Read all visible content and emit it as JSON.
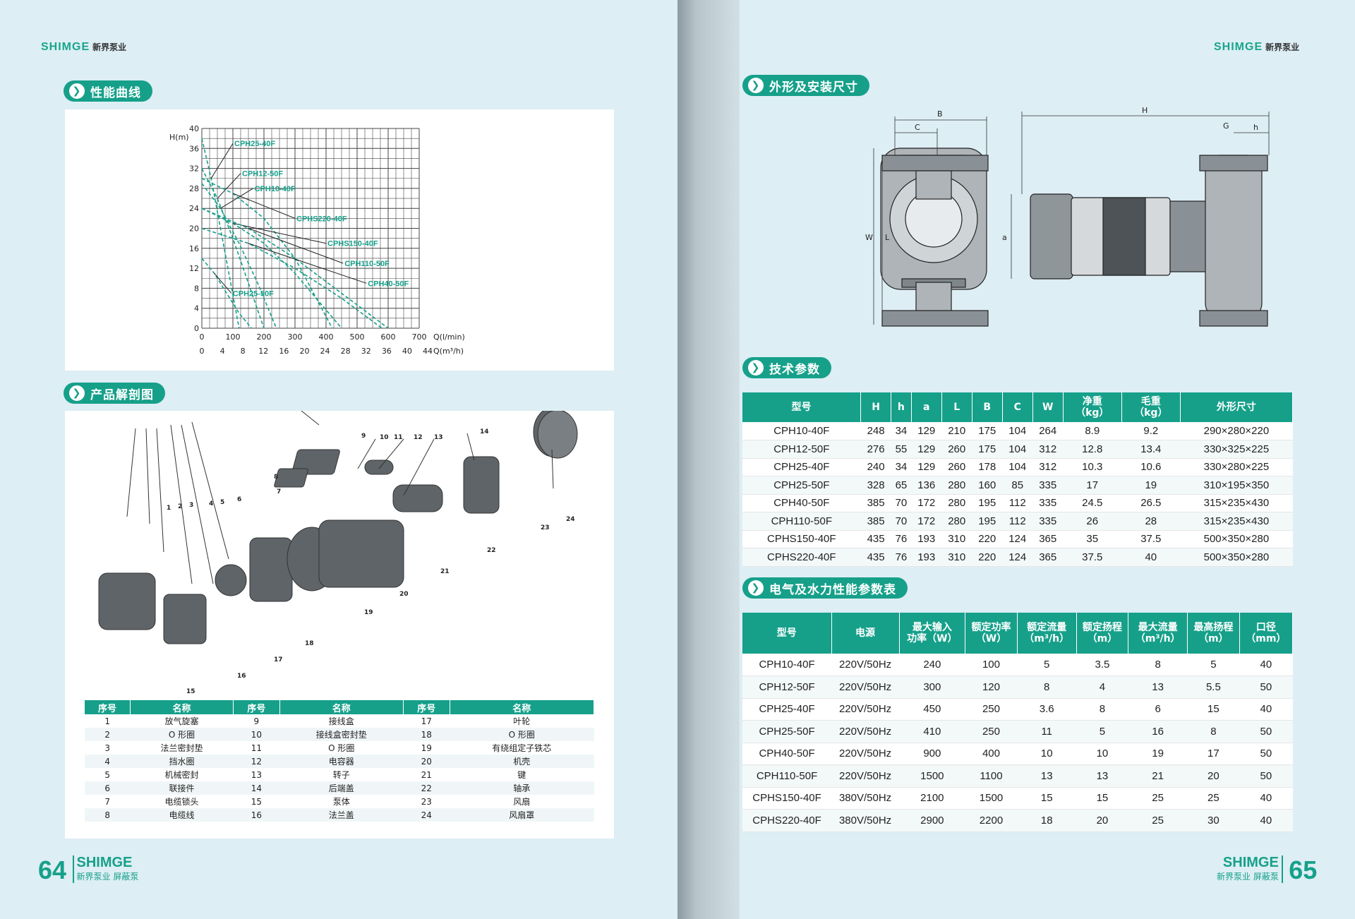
{
  "left": {
    "brand": "SHIMGE",
    "brand_cn": "新界泵业",
    "sec_curve": "性能曲线",
    "sec_exploded": "产品解剖图",
    "folio_num": "64",
    "folio_name": "SHIMGE",
    "folio_sub": "新界泵业 屏蔽泵"
  },
  "right": {
    "brand": "SHIMGE",
    "brand_cn": "新界泵业",
    "sec_dims": "外形及安装尺寸",
    "sec_tech": "技术参数",
    "sec_elec": "电气及水力性能参数表",
    "folio_num": "65",
    "folio_name": "SHIMGE",
    "folio_sub": "新界泵业 屏蔽泵"
  },
  "chart_data": {
    "type": "line",
    "ylabel": "H(m)",
    "xlabel": "Q(l/min)",
    "xlabel2": "Q(m³/h)",
    "xlim": [
      0,
      700
    ],
    "ylim": [
      0,
      40
    ],
    "x_ticks": [
      0,
      100,
      200,
      300,
      400,
      500,
      600,
      700
    ],
    "x2_ticks": [
      0,
      4,
      8,
      12,
      16,
      20,
      24,
      28,
      32,
      36,
      40,
      44
    ],
    "y_ticks": [
      0,
      4,
      8,
      12,
      16,
      20,
      24,
      28,
      32,
      36,
      40
    ],
    "grid": true,
    "series": [
      {
        "name": "CPH25-40F",
        "x": [
          0,
          30,
          60,
          90,
          120
        ],
        "y": [
          38,
          30,
          20,
          10,
          0
        ],
        "label_x": 100,
        "label_y": 37
      },
      {
        "name": "CPH12-50F",
        "x": [
          0,
          50,
          100,
          150,
          200
        ],
        "y": [
          32,
          26,
          18,
          9,
          0
        ],
        "label_x": 125,
        "label_y": 31
      },
      {
        "name": "CPH10-40F",
        "x": [
          0,
          60,
          120,
          180,
          240
        ],
        "y": [
          29,
          24,
          17,
          9,
          0
        ],
        "label_x": 165,
        "label_y": 28
      },
      {
        "name": "CPHS220-40F",
        "x": [
          0,
          100,
          200,
          300,
          420
        ],
        "y": [
          30,
          27,
          22,
          14,
          0
        ],
        "label_x": 300,
        "label_y": 22
      },
      {
        "name": "CPHS150-40F",
        "x": [
          0,
          100,
          200,
          300,
          450
        ],
        "y": [
          24,
          21,
          17,
          11,
          0
        ],
        "label_x": 400,
        "label_y": 17
      },
      {
        "name": "CPH110-50F",
        "x": [
          0,
          150,
          300,
          450,
          600
        ],
        "y": [
          24,
          20,
          14,
          7,
          0
        ],
        "label_x": 455,
        "label_y": 13
      },
      {
        "name": "CPH40-50F",
        "x": [
          0,
          150,
          300,
          450,
          580
        ],
        "y": [
          20,
          17,
          12,
          6,
          0
        ],
        "label_x": 530,
        "label_y": 9
      },
      {
        "name": "CPH25-50F",
        "x": [
          0,
          40,
          80,
          120,
          160
        ],
        "y": [
          14,
          11,
          7,
          3,
          0
        ],
        "label_x": 95,
        "label_y": 7
      }
    ]
  },
  "parts": {
    "headers": [
      "序号",
      "名称",
      "序号",
      "名称",
      "序号",
      "名称"
    ],
    "rows": [
      [
        "1",
        "放气旋塞",
        "9",
        "接线盒",
        "17",
        "叶轮"
      ],
      [
        "2",
        "O 形圈",
        "10",
        "接线盒密封垫",
        "18",
        "O 形圈"
      ],
      [
        "3",
        "法兰密封垫",
        "11",
        "O 形圈",
        "19",
        "有绕组定子铁芯"
      ],
      [
        "4",
        "挡水圈",
        "12",
        "电容器",
        "20",
        "机壳"
      ],
      [
        "5",
        "机械密封",
        "13",
        "转子",
        "21",
        "键"
      ],
      [
        "6",
        "联接件",
        "14",
        "后端盖",
        "22",
        "轴承"
      ],
      [
        "7",
        "电缆锁头",
        "15",
        "泵体",
        "23",
        "风扇"
      ],
      [
        "8",
        "电缆线",
        "16",
        "法兰盖",
        "24",
        "风扇罩"
      ]
    ],
    "callouts": [
      "1",
      "2",
      "3",
      "4",
      "5",
      "6",
      "7",
      "8",
      "9",
      "10",
      "11",
      "12",
      "13",
      "14",
      "15",
      "16",
      "17",
      "18",
      "19",
      "20",
      "21",
      "22",
      "23",
      "24"
    ]
  },
  "dims": {
    "B": "B",
    "C": "C",
    "H": "H",
    "G": "G",
    "h": "h",
    "W": "W",
    "L": "L",
    "a": "a"
  },
  "tech": {
    "headers": [
      "型号",
      "H",
      "h",
      "a",
      "L",
      "B",
      "C",
      "W",
      "净重\n（kg）",
      "毛重\n（kg）",
      "外形尺寸"
    ],
    "rows": [
      [
        "CPH10-40F",
        "248",
        "34",
        "129",
        "210",
        "175",
        "104",
        "264",
        "8.9",
        "9.2",
        "290×280×220"
      ],
      [
        "CPH12-50F",
        "276",
        "55",
        "129",
        "260",
        "175",
        "104",
        "312",
        "12.8",
        "13.4",
        "330×325×225"
      ],
      [
        "CPH25-40F",
        "240",
        "34",
        "129",
        "260",
        "178",
        "104",
        "312",
        "10.3",
        "10.6",
        "330×280×225"
      ],
      [
        "CPH25-50F",
        "328",
        "65",
        "136",
        "280",
        "160",
        "85",
        "335",
        "17",
        "19",
        "310×195×350"
      ],
      [
        "CPH40-50F",
        "385",
        "70",
        "172",
        "280",
        "195",
        "112",
        "335",
        "24.5",
        "26.5",
        "315×235×430"
      ],
      [
        "CPH110-50F",
        "385",
        "70",
        "172",
        "280",
        "195",
        "112",
        "335",
        "26",
        "28",
        "315×235×430"
      ],
      [
        "CPHS150-40F",
        "435",
        "76",
        "193",
        "310",
        "220",
        "124",
        "365",
        "35",
        "37.5",
        "500×350×280"
      ],
      [
        "CPHS220-40F",
        "435",
        "76",
        "193",
        "310",
        "220",
        "124",
        "365",
        "37.5",
        "40",
        "500×350×280"
      ]
    ]
  },
  "elec": {
    "headers": [
      "型号",
      "电源",
      "最大输入\n功率（W）",
      "额定功率\n（W）",
      "额定流量\n（m³/h）",
      "额定扬程\n（m）",
      "最大流量\n（m³/h）",
      "最高扬程\n（m）",
      "口径\n（mm）"
    ],
    "rows": [
      [
        "CPH10-40F",
        "220V/50Hz",
        "240",
        "100",
        "5",
        "3.5",
        "8",
        "5",
        "40"
      ],
      [
        "CPH12-50F",
        "220V/50Hz",
        "300",
        "120",
        "8",
        "4",
        "13",
        "5.5",
        "50"
      ],
      [
        "CPH25-40F",
        "220V/50Hz",
        "450",
        "250",
        "3.6",
        "8",
        "6",
        "15",
        "40"
      ],
      [
        "CPH25-50F",
        "220V/50Hz",
        "410",
        "250",
        "11",
        "5",
        "16",
        "8",
        "50"
      ],
      [
        "CPH40-50F",
        "220V/50Hz",
        "900",
        "400",
        "10",
        "10",
        "19",
        "17",
        "50"
      ],
      [
        "CPH110-50F",
        "220V/50Hz",
        "1500",
        "1100",
        "13",
        "13",
        "21",
        "20",
        "50"
      ],
      [
        "CPHS150-40F",
        "380V/50Hz",
        "2100",
        "1500",
        "15",
        "15",
        "25",
        "25",
        "40"
      ],
      [
        "CPHS220-40F",
        "380V/50Hz",
        "2900",
        "2200",
        "18",
        "20",
        "25",
        "30",
        "40"
      ]
    ]
  }
}
